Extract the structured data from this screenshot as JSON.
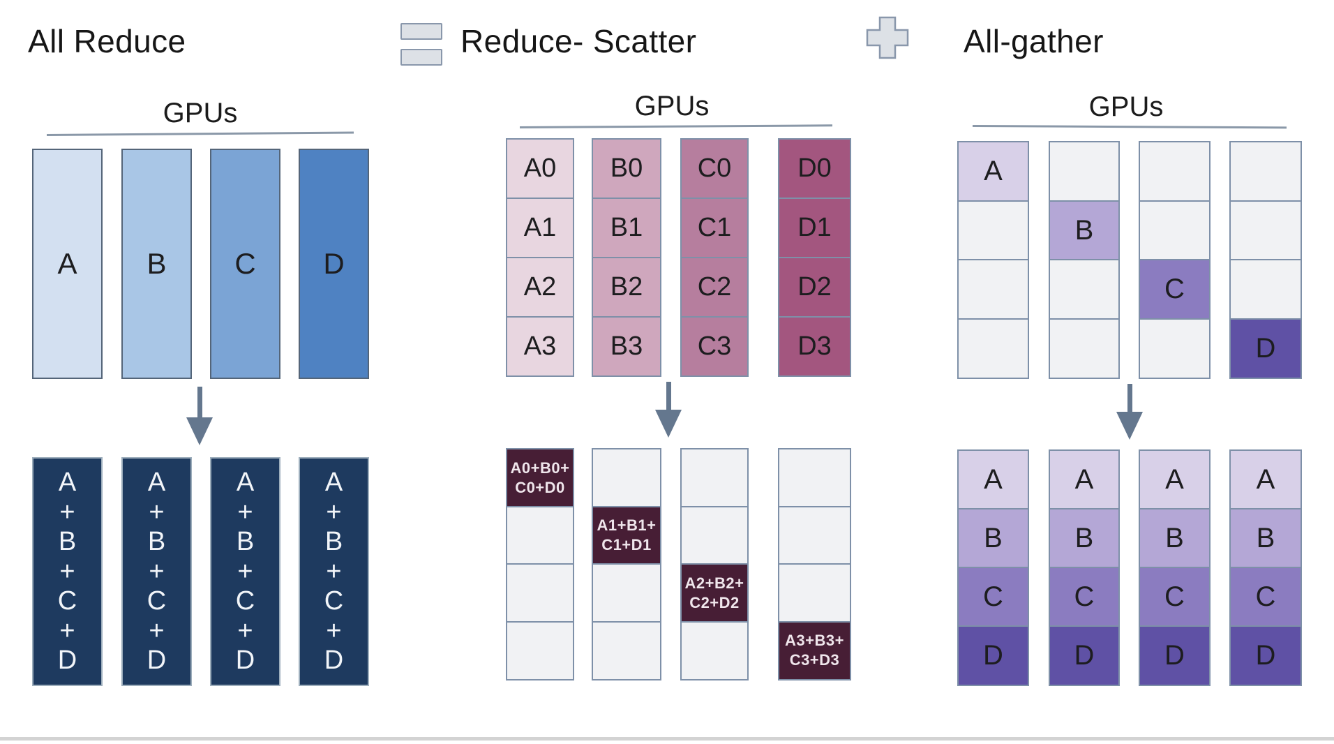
{
  "header": {
    "left_title": "All Reduce",
    "middle_title": "Reduce- Scatter",
    "right_title": "All-gather"
  },
  "labels": {
    "gpus": "GPUs"
  },
  "icons": {
    "equals": "equals-icon",
    "plus": "plus-icon",
    "arrow": "down-arrow-icon"
  },
  "colors": {
    "blue_shades": [
      "#d3e0f1",
      "#a9c6e6",
      "#7ba4d5",
      "#4f82c2"
    ],
    "navy": "#1e3a5f",
    "navy_text": "#f2f5f9",
    "pink_shades": [
      "#e8d6e0",
      "#cfa7bd",
      "#b67e9e",
      "#a3567f"
    ],
    "maroon": "#471e35",
    "maroon_text": "#f0e6ec",
    "purple_shades": [
      "#d8d0e8",
      "#b4a7d6",
      "#8b7cc0",
      "#5f51a5"
    ],
    "empty_cell": "#f1f2f4",
    "grid_border": "#7e90a8",
    "arrow": "#64778e",
    "icon_fill": "#dde1e6",
    "icon_border": "#8997ab",
    "underline": "#8a98a8",
    "divider": "#d3d3d3"
  },
  "all_reduce": {
    "inputs": [
      "A",
      "B",
      "C",
      "D"
    ],
    "result_lines": [
      "A",
      "+",
      "B",
      "+",
      "C",
      "+",
      "D"
    ]
  },
  "reduce_scatter": {
    "input_grid": [
      [
        "A0",
        "A1",
        "A2",
        "A3"
      ],
      [
        "B0",
        "B1",
        "B2",
        "B3"
      ],
      [
        "C0",
        "C1",
        "C2",
        "C3"
      ],
      [
        "D0",
        "D1",
        "D2",
        "D3"
      ]
    ],
    "output_diagonal": [
      [
        "A0+B0+",
        "C0+D0"
      ],
      [
        "A1+B1+",
        "C1+D1"
      ],
      [
        "A2+B2+",
        "C2+D2"
      ],
      [
        "A3+B3+",
        "C3+D3"
      ]
    ]
  },
  "all_gather": {
    "input_diagonal": [
      "A",
      "B",
      "C",
      "D"
    ],
    "output_rows": [
      "A",
      "B",
      "C",
      "D"
    ]
  }
}
